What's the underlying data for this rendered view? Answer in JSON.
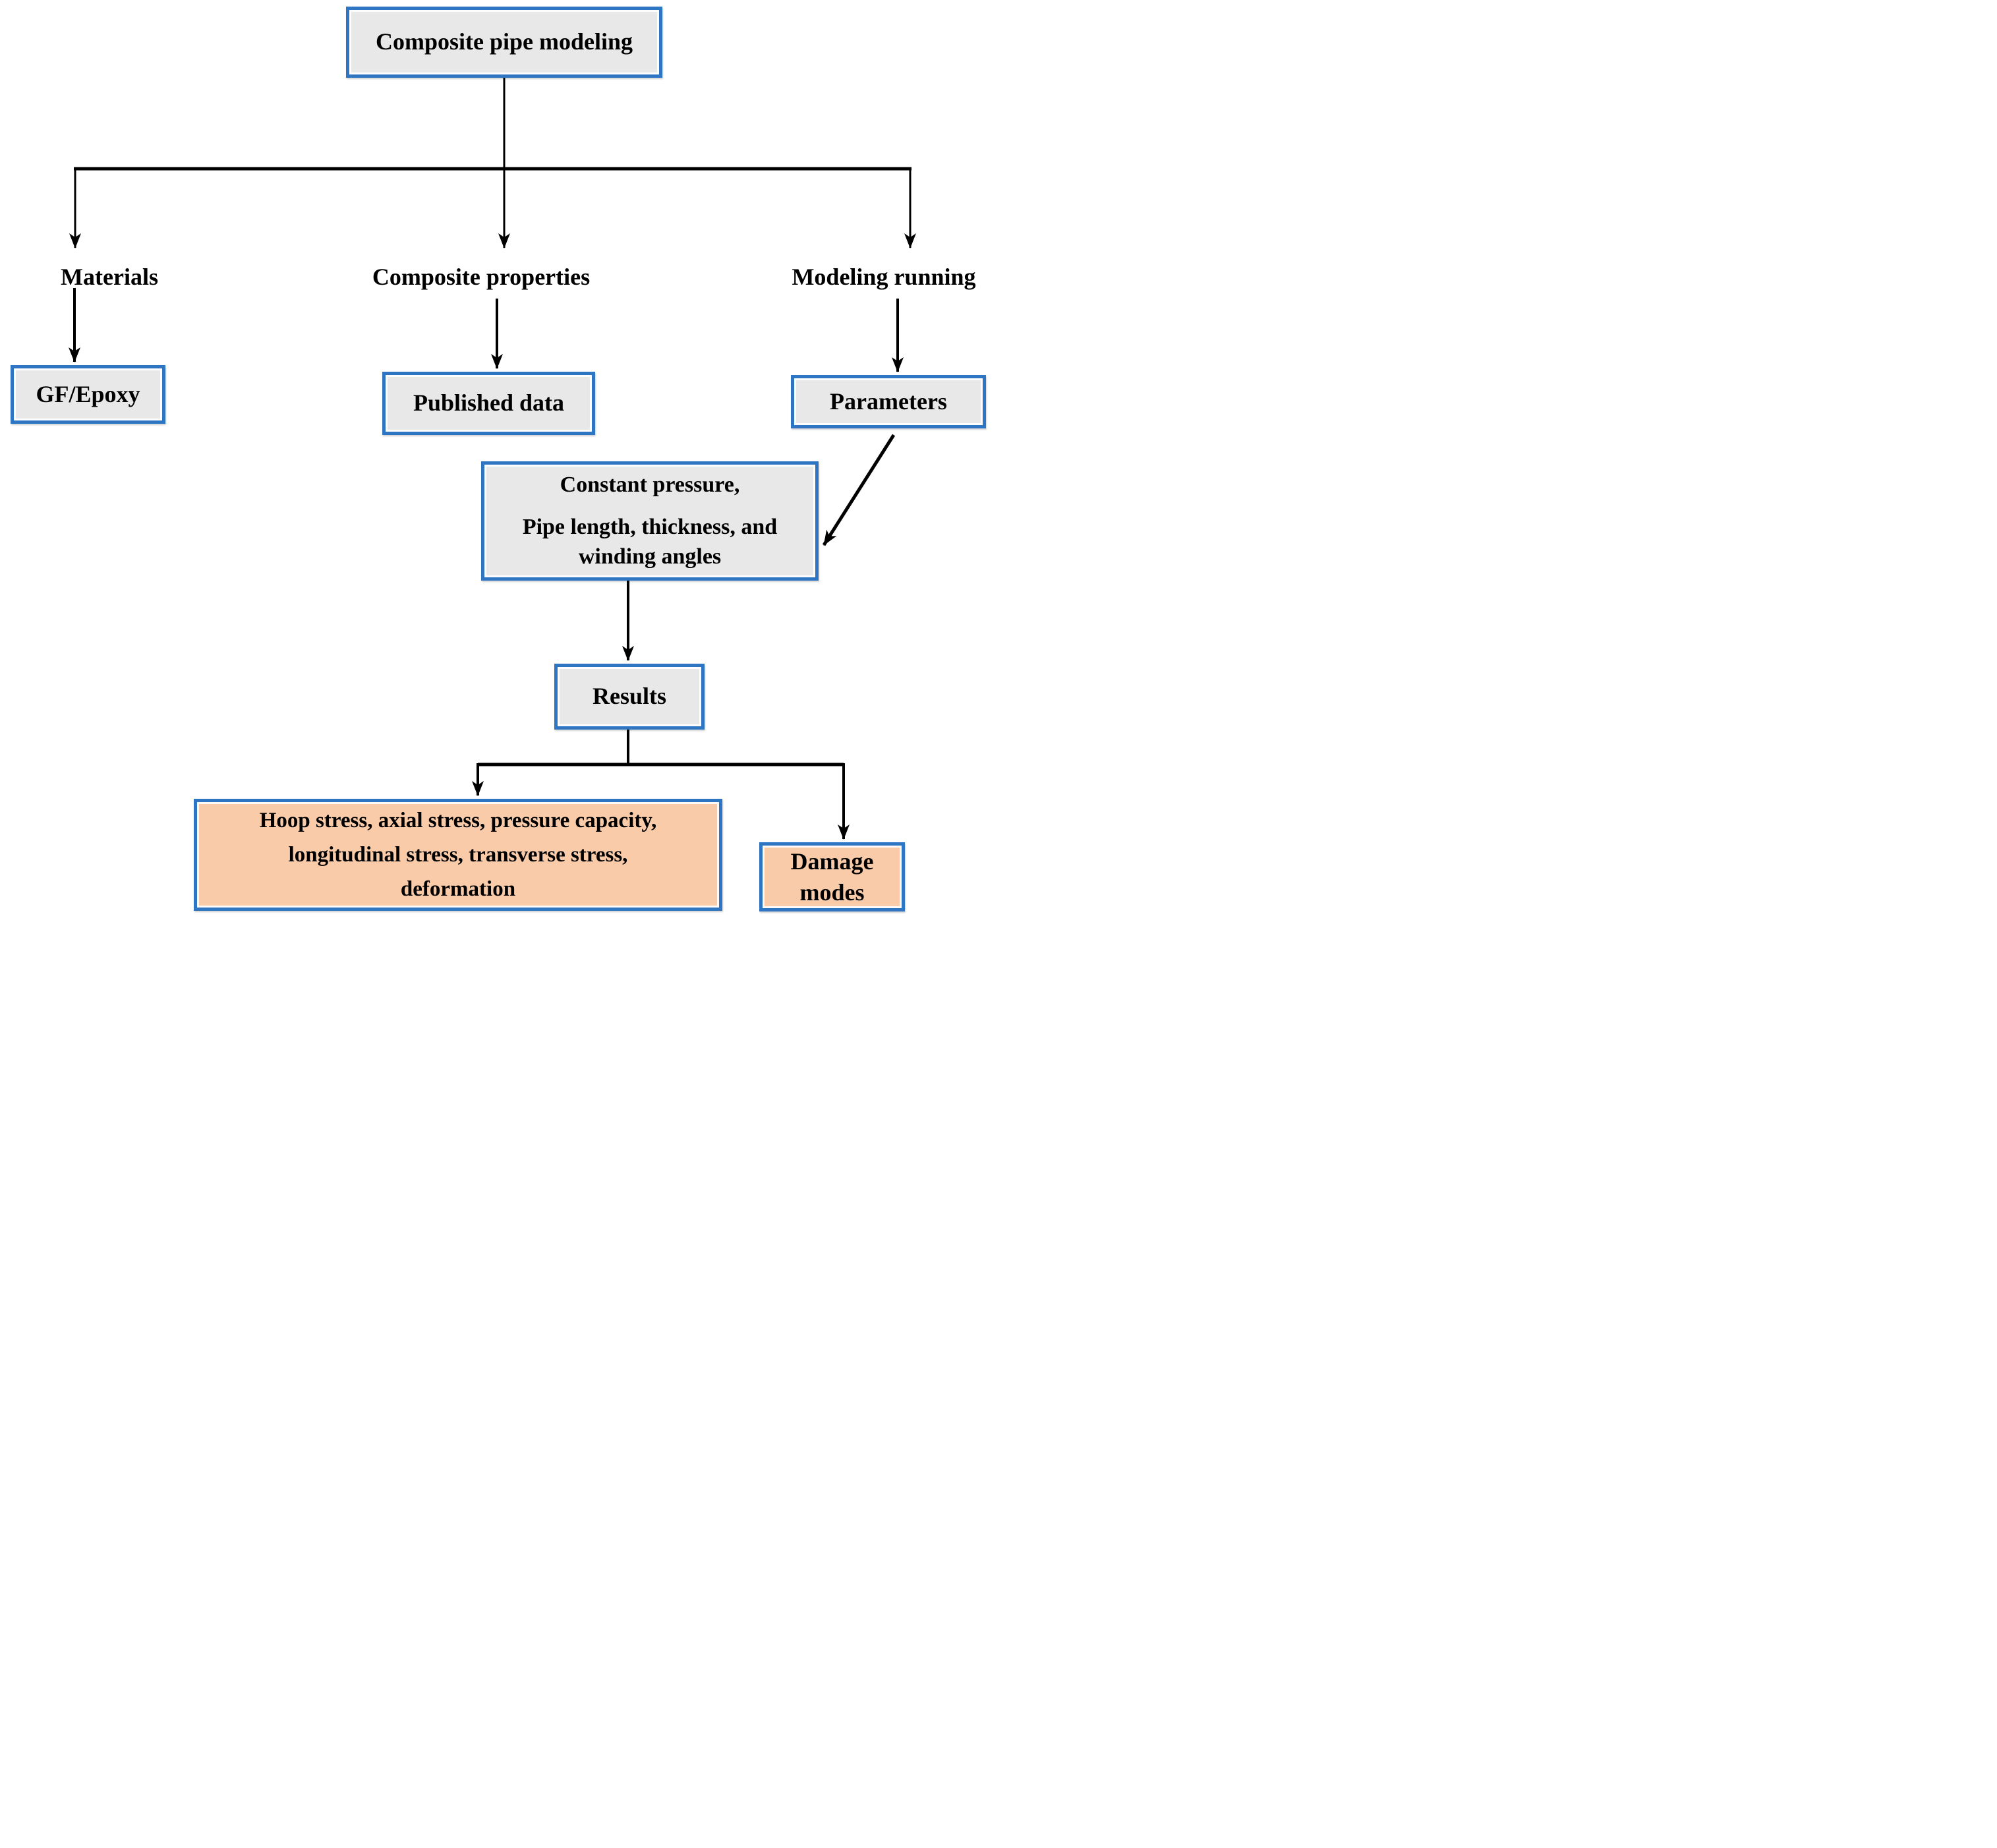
{
  "diagram": {
    "title": "Composite pipe modeling flowchart",
    "colors": {
      "box_border": "#2E76C4",
      "box_fill_gray": "#E9E8E8",
      "box_fill_orange": "#F9CBA8",
      "connector": "#000000",
      "text": "#000000",
      "background": "#FFFFFF"
    },
    "nodes": {
      "root": {
        "label": "Composite pipe modeling",
        "style": "gray-box"
      },
      "materials": {
        "label": "Materials",
        "style": "plain-text"
      },
      "composite_properties": {
        "label": "Composite properties",
        "style": "plain-text"
      },
      "modeling_running": {
        "label": "Modeling running",
        "style": "plain-text"
      },
      "gf_epoxy": {
        "label": "GF/Epoxy",
        "style": "gray-box"
      },
      "published_data": {
        "label": "Published data",
        "style": "gray-box"
      },
      "parameters": {
        "label": "Parameters",
        "style": "gray-box"
      },
      "model_inputs": {
        "lines": [
          "Constant pressure,",
          "Pipe length, thickness, and",
          "winding angles"
        ],
        "style": "gray-box"
      },
      "results": {
        "label": "Results",
        "style": "gray-box"
      },
      "stress_outputs": {
        "lines": [
          "Hoop stress, axial stress, pressure capacity,",
          "longitudinal stress, transverse stress,",
          "deformation"
        ],
        "style": "orange-box"
      },
      "damage_modes": {
        "lines": [
          "Damage",
          "modes"
        ],
        "style": "orange-box"
      }
    },
    "edges": [
      {
        "from": "root",
        "to": "materials"
      },
      {
        "from": "root",
        "to": "composite_properties"
      },
      {
        "from": "root",
        "to": "modeling_running"
      },
      {
        "from": "materials",
        "to": "gf_epoxy"
      },
      {
        "from": "composite_properties",
        "to": "published_data"
      },
      {
        "from": "modeling_running",
        "to": "parameters"
      },
      {
        "from": "parameters",
        "to": "model_inputs"
      },
      {
        "from": "model_inputs",
        "to": "results"
      },
      {
        "from": "results",
        "to": "stress_outputs"
      },
      {
        "from": "results",
        "to": "damage_modes"
      }
    ]
  }
}
